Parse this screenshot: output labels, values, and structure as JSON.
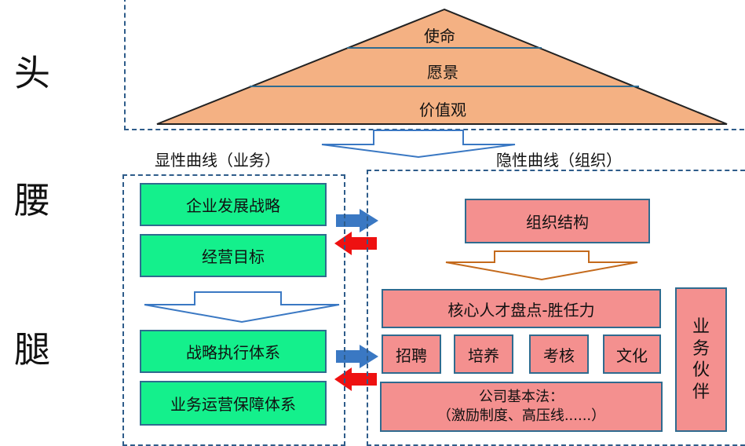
{
  "left_labels": {
    "head": "头",
    "waist": "腰",
    "legs": "腿"
  },
  "pyramid": {
    "tiers": [
      "使命",
      "愿景",
      "价值观"
    ]
  },
  "explicit_curve": {
    "title": "显性曲线（业务）",
    "boxes": [
      "企业发展战略",
      "经营目标",
      "战略执行体系",
      "业务运营保障体系"
    ]
  },
  "implicit_curve": {
    "title": "隐性曲线（组织）",
    "org_structure": "组织结构",
    "talent_review": "核心人才盘点-胜任力",
    "functions": [
      "招聘",
      "培养",
      "考核",
      "文化"
    ],
    "company_law": {
      "line1": "公司基本法：",
      "line2": "（激励制度、高压线......）"
    },
    "business_partner": [
      "业",
      "务",
      "伙",
      "伴"
    ]
  },
  "colors": {
    "green_box": "#14f08c",
    "pink_box": "#f4908f",
    "pyramid_fill": "#f4b183",
    "dashed_border": "#2e5c8a",
    "arrow_blue": "#3a78c3",
    "arrow_red": "#ee1111",
    "arrow_orange": "#c46a1c"
  }
}
